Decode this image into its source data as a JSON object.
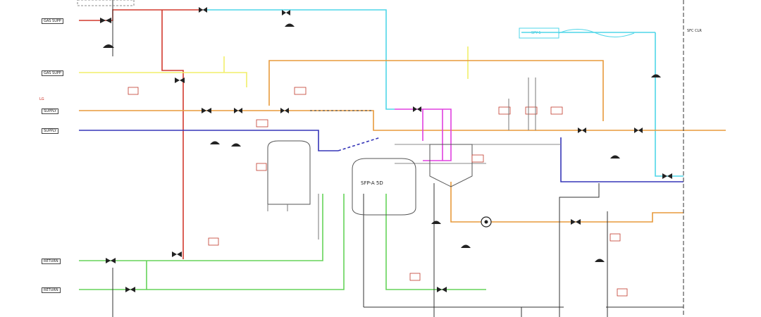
{
  "colors": {
    "red_line": "#d23a2e",
    "cyan_line": "#4fd6e8",
    "yellow_line": "#f2ef6a",
    "orange_line": "#e89a3c",
    "blue_line": "#3636b8",
    "green_line": "#66d45a",
    "magenta_line": "#e040e0",
    "black_line": "#333333",
    "grey_line": "#8a8a8a"
  },
  "labels": {
    "center_vessel": "SFP-A 5D",
    "cyan_tank_tag": "SPY-1",
    "right_top_tag": "SFC CLR",
    "left_orange_note": "LG",
    "left_tags": [
      "GAS SUPP",
      "GAS SUPP",
      "SUPPLY",
      "SUPPLY",
      "RETURN",
      "RETURN"
    ]
  }
}
